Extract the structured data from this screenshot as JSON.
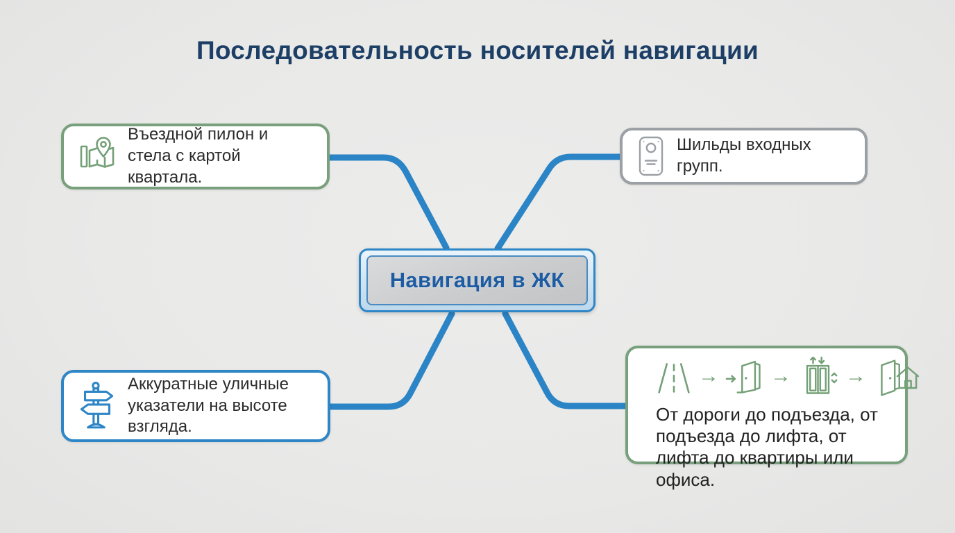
{
  "title": "Последовательность носителей навигации",
  "center_node": {
    "label": "Навигация в ЖК"
  },
  "boxes": {
    "entry_pylon": {
      "text": "Въездной пилон и стела с картой квартала.",
      "icon": "map-with-pin-icon"
    },
    "entrance_plaques": {
      "text": "Шильды входных групп.",
      "icon": "intercom-plaque-icon"
    },
    "street_signs": {
      "text": "Аккуратные уличные указатели на высоте взгляда.",
      "icon": "signpost-icon"
    },
    "route_chain": {
      "text": "От дороги до подъезда, от подъезда до лифта, от лифта до квартиры или офиса.",
      "icons": [
        "road-icon",
        "arrow-right",
        "door-entry-icon",
        "arrow-right",
        "elevator-icon",
        "arrow-right",
        "door-home-icon"
      ],
      "arrow_glyph": "→"
    }
  },
  "colors": {
    "background": "#e9e9e8",
    "title_text": "#1d3f66",
    "connector_blue": "#2b84c5",
    "center_border_blue": "#2e86c6",
    "center_label_blue": "#1d5ca3",
    "center_fill_gray": "#cbcccd",
    "body_text": "#2b2b2b",
    "green_accent": "#79a07c",
    "gray_accent": "#9ba0a5",
    "blue_accent": "#2e86c6",
    "icon_green": "#74a077"
  }
}
